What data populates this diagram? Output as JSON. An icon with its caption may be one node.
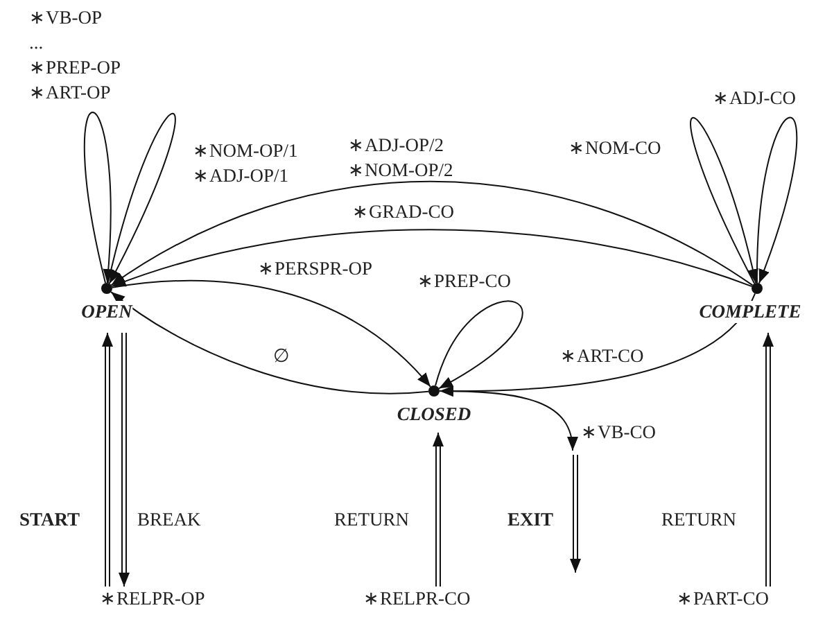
{
  "diagram": {
    "nodes": [
      {
        "text": [
          "OPEN"
        ]
      },
      {
        "text": [
          "CLOSED"
        ]
      },
      {
        "text": [
          "COMPLETE"
        ]
      },
      {
        "text": [
          "∗RELPR-OP"
        ]
      },
      {
        "text": [
          "∗RELPR-CO"
        ]
      },
      {
        "text": [
          "∗PART-CO"
        ]
      }
    ],
    "edges": [
      {
        "from": 0,
        "to": 0,
        "arrow": "to",
        "label": "∗VB-OP ... ∗PREP-OP ∗ART-OP"
      },
      {
        "from": 0,
        "to": 0,
        "arrow": "to",
        "label": "∗NOM-OP/1 ∗ADJ-OP/1"
      },
      {
        "from": 2,
        "to": 0,
        "arrow": "to",
        "label": "∗ADJ-OP/2 ∗NOM-OP/2"
      },
      {
        "from": 2,
        "to": 0,
        "arrow": "to",
        "label": "∗GRAD-CO"
      },
      {
        "from": 0,
        "to": 1,
        "arrow": "to",
        "label": "∗PERSPR-OP"
      },
      {
        "from": 1,
        "to": 0,
        "arrow": "to",
        "label": "∅"
      },
      {
        "from": 1,
        "to": 1,
        "arrow": "to",
        "label": "∗PREP-CO"
      },
      {
        "from": 2,
        "to": 1,
        "arrow": "to",
        "label": "∗ART-CO"
      },
      {
        "from": 2,
        "to": 2,
        "arrow": "to",
        "label": "∗NOM-CO"
      },
      {
        "from": 2,
        "to": 2,
        "arrow": "to",
        "label": "∗ADJ-CO"
      },
      {
        "from": 1,
        "to": null,
        "arrow": "to",
        "label": "∗VB-CO"
      },
      {
        "from": 3,
        "to": 0,
        "arrow": "to",
        "label": "START"
      },
      {
        "from": 0,
        "to": 3,
        "arrow": "to",
        "label": "BREAK"
      },
      {
        "from": 4,
        "to": 1,
        "arrow": "to",
        "label": "RETURN"
      },
      {
        "from": 5,
        "to": 2,
        "arrow": "to",
        "label": "RETURN"
      }
    ],
    "labels": [
      "EXIT"
    ]
  }
}
